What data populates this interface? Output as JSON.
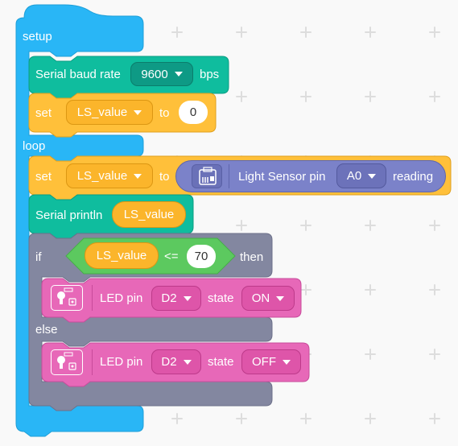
{
  "blocks": {
    "setup_label": "setup",
    "loop_label": "loop",
    "serial_baud": {
      "label": "Serial baud rate",
      "value": "9600",
      "unit": "bps"
    },
    "set1": {
      "set_label": "set",
      "variable": "LS_value",
      "to_label": "to",
      "value": "0"
    },
    "set2": {
      "set_label": "set",
      "variable": "LS_value",
      "to_label": "to"
    },
    "light_sensor": {
      "label": "Light Sensor pin",
      "pin": "A0",
      "reading_label": "reading"
    },
    "println": {
      "label": "Serial println",
      "variable": "LS_value"
    },
    "if_block": {
      "if_label": "if",
      "then_label": "then",
      "else_label": "else"
    },
    "compare": {
      "variable": "LS_value",
      "operator": "<=",
      "value": "70"
    },
    "led_on": {
      "label": "LED pin",
      "pin": "D2",
      "state_label": "state",
      "state": "ON"
    },
    "led_off": {
      "label": "LED pin",
      "pin": "D2",
      "state_label": "state",
      "state": "OFF"
    }
  },
  "colors": {
    "main": "#29b6f6",
    "serial": "#0fbd9e",
    "variable": "#ffc03a",
    "sensor": "#7b82c9",
    "control": "#8387a0",
    "compare": "#5cc95f",
    "led": "#e768b8"
  },
  "icons": [
    "light-sensor-icon",
    "led-module-icon"
  ]
}
